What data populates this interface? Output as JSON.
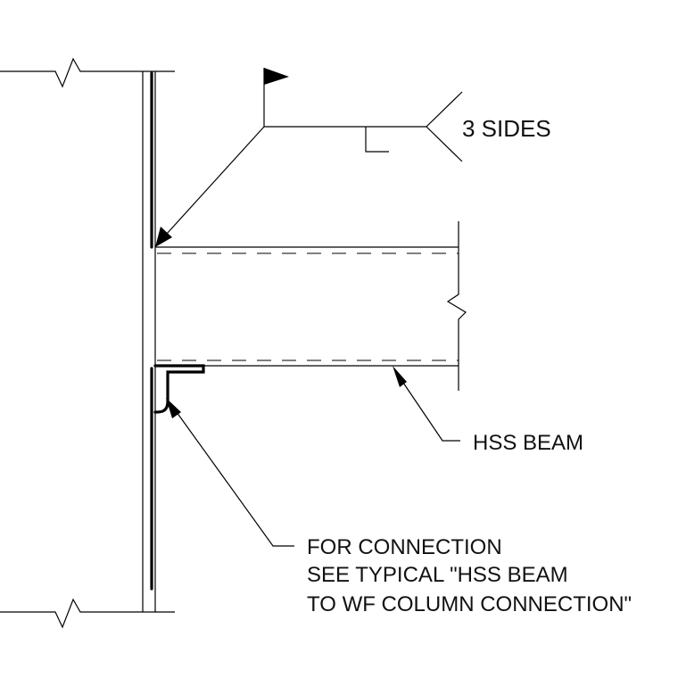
{
  "weld_symbol": {
    "label": "3 SIDES"
  },
  "beam_callout": {
    "label": "HSS BEAM"
  },
  "connection_note": {
    "lines": [
      "FOR CONNECTION",
      "SEE TYPICAL \"HSS BEAM",
      "TO WF COLUMN CONNECTION\""
    ]
  }
}
